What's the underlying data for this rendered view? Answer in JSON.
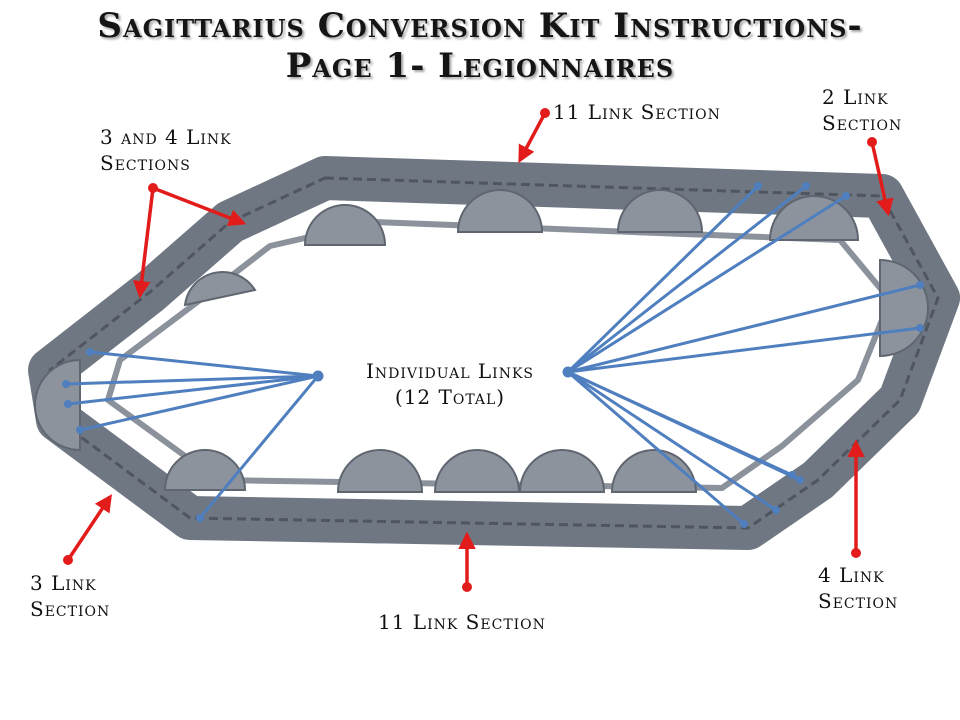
{
  "title": {
    "line1": "Sagittarius Conversion Kit Instructions-",
    "line2": "Page 1- Legionnaires"
  },
  "labels": {
    "top_11_link": "11 Link Section",
    "top_right_2_link": [
      "2 Link",
      "Section"
    ],
    "top_left_3_4_link": [
      "3 and 4 Link",
      "Sections"
    ],
    "individual_links": [
      "Individual Links",
      "(12 Total)"
    ],
    "bottom_left_3_link": [
      "3 Link",
      "Section"
    ],
    "bottom_11_link": "11 Link Section",
    "bottom_right_4_link": [
      "4 Link",
      "Section"
    ]
  },
  "colors": {
    "arrow": "#e21b1b",
    "leader": "#4f7fbf",
    "track": "#7d8591",
    "track_dark": "#5a616c",
    "track_light": "#9aa1ab"
  }
}
